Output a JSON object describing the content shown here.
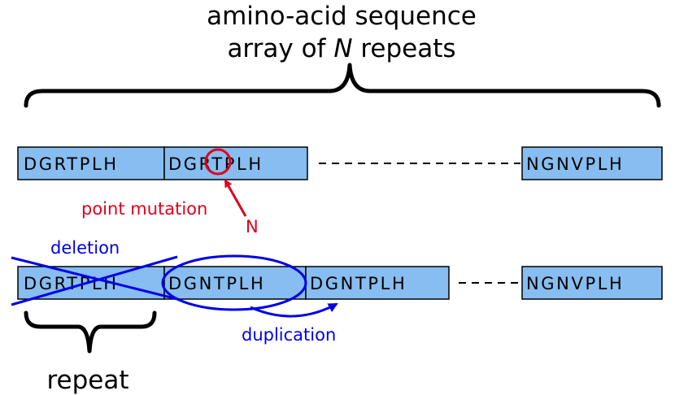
{
  "title": {
    "line1": "amino-acid sequence",
    "line2_prefix": "array of ",
    "line2_var": "N",
    "line2_suffix": " repeats"
  },
  "row1": {
    "box1": "DGRTPLH",
    "box2_pre": "DG",
    "box2_mut": "R",
    "box2_post": "TPLH",
    "box_last": "NGNVPLH"
  },
  "row2": {
    "box1": "DGRTPLH",
    "box2": "DGNTPLH",
    "box3": "DGNTPLH",
    "box_last": "NGNVPLH"
  },
  "annotations": {
    "point_mutation": "point mutation",
    "mutation_to": "N",
    "deletion": "deletion",
    "duplication": "duplication",
    "repeat": "repeat"
  },
  "colors": {
    "box_fill": "#87bdf0",
    "red": "#e0001b",
    "blue": "#0000e6"
  }
}
